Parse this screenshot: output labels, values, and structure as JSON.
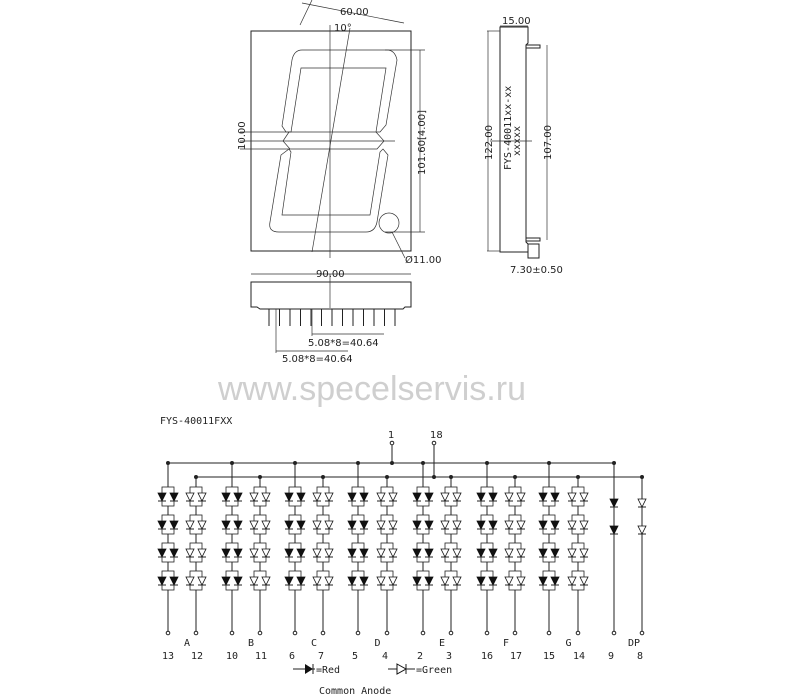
{
  "front_view": {
    "dim_width": "60.00",
    "dim_angle": "10°",
    "dim_segment": "10.00",
    "dim_height": "101.60[4.00]",
    "dim_dp": "Ø11.00"
  },
  "side_view": {
    "dim_depth": "15.00",
    "dim_total_height": "122.00",
    "dim_pin_span": "107.00",
    "dim_pin_length": "7.30±0.50",
    "part_marking": "FYS-40011xx-xx",
    "marking_code": "xxxxx"
  },
  "bottom_view": {
    "dim_width": "90.00",
    "dim_pitch_upper": "5.08*8=40.64",
    "dim_pitch_lower": "5.08*8=40.64"
  },
  "watermark": "www.specelservis.ru",
  "schematic": {
    "part_number": "FYS-40011FXX",
    "common_pins": [
      "1",
      "18"
    ],
    "segments": [
      {
        "label": "A",
        "red_pin": "13",
        "green_pin": "12"
      },
      {
        "label": "B",
        "red_pin": "10",
        "green_pin": "11"
      },
      {
        "label": "C",
        "red_pin": "6",
        "green_pin": "7"
      },
      {
        "label": "D",
        "red_pin": "5",
        "green_pin": "4"
      },
      {
        "label": "E",
        "red_pin": "2",
        "green_pin": "3"
      },
      {
        "label": "F",
        "red_pin": "16",
        "green_pin": "17"
      },
      {
        "label": "G",
        "red_pin": "15",
        "green_pin": "14"
      },
      {
        "label": "DP",
        "red_pin": "9",
        "green_pin": "8"
      }
    ],
    "legend_red": "=Red",
    "legend_green": "=Green",
    "config": "Common Anode"
  }
}
